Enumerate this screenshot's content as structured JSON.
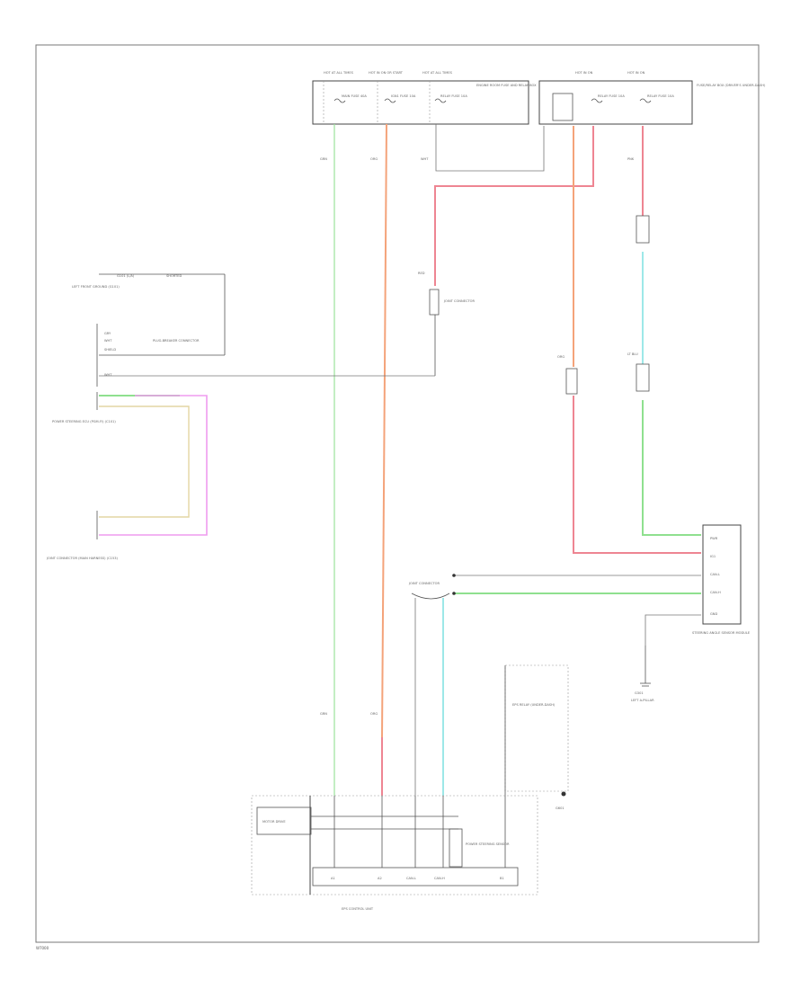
{
  "diagram": {
    "footer_code": "W7000",
    "fuse_box_left": {
      "label": "ENGINE ROOM FUSE AND RELAY BOX",
      "fuses": [
        {
          "top": "HOT AT ALL TIMES",
          "name": "MAIN FUSE 40A"
        },
        {
          "top": "HOT IN ON OR START",
          "name": "IGN1 FUSE 10A"
        },
        {
          "top": "HOT AT ALL TIMES",
          "name": "RELAY FUSE 10A"
        }
      ]
    },
    "fuse_box_right": {
      "label": "FUSE/RELAY BOX (DRIVER'S UNDER-DASH)",
      "fuses": [
        {
          "top": "HOT IN ON",
          "name": "RELAY FUSE 10A"
        },
        {
          "top": "HOT IN ON",
          "name": "RELAY FUSE 10A"
        }
      ]
    },
    "left_connector_top": {
      "legend_a": "G101 (L/A)",
      "legend_b": "SHORTED",
      "legend_side": "LEFT FRONT GROUND (G101)",
      "pins": [
        "GRY",
        "WHT",
        "SHIELD",
        "WHT"
      ],
      "pin_note": "PLUG-BREAKER CONNECTOR"
    },
    "left_connector_mid_label": "POWER STEERING ECU (PGM-FI) (C101)",
    "left_connector_bottom_label": "JOINT CONNECTOR (MAIN HARNESS) (C153)",
    "right_module_label": "STEERING ANGLE SENSOR MODULE",
    "right_module_pins": [
      "PWR",
      "IG1",
      "CAN-L",
      "CAN-H",
      "GND"
    ],
    "right_ground_label": "G301",
    "right_ground_sub": "LEFT A-PILLAR",
    "joint_label": "JOINT CONNECTOR",
    "relay_label": "EPS RELAY (UNDER-DASH)",
    "mid_ground_label": "G601",
    "bottom_module": {
      "label": "EPS CONTROL UNIT",
      "inner_box": "MOTOR DRIVE",
      "side_label": "POWER STEERING SENSOR",
      "pins": [
        "A1",
        "A2",
        "CAN-L",
        "CAN-H",
        "B1"
      ]
    },
    "wire_codes": {
      "grn": "GRN",
      "org": "ORG",
      "red": "RED",
      "blu": "LT BLU",
      "wht": "WHT",
      "pnk": "PNK"
    }
  }
}
